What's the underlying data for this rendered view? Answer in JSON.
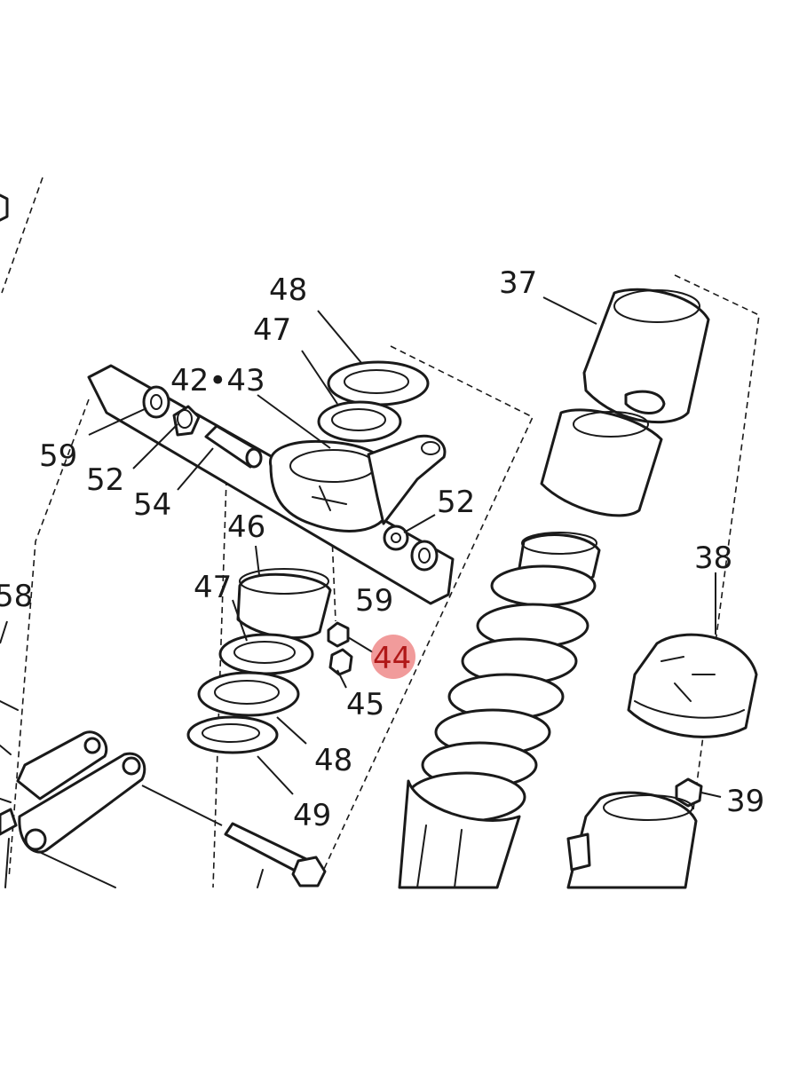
{
  "highlight_color": "#ee8a8a",
  "labels": {
    "p48_top": "48",
    "p47_top": "47",
    "p42_43": "42•43",
    "p59_left": "59",
    "p52_left": "52",
    "p54": "54",
    "p37": "37",
    "p52_right": "52",
    "p59_right": "59",
    "p46": "46",
    "p47_mid": "47",
    "p58": "58",
    "p44": "44",
    "p45": "45",
    "p48_low": "48",
    "p49": "49",
    "p38": "38",
    "p39": "39"
  }
}
